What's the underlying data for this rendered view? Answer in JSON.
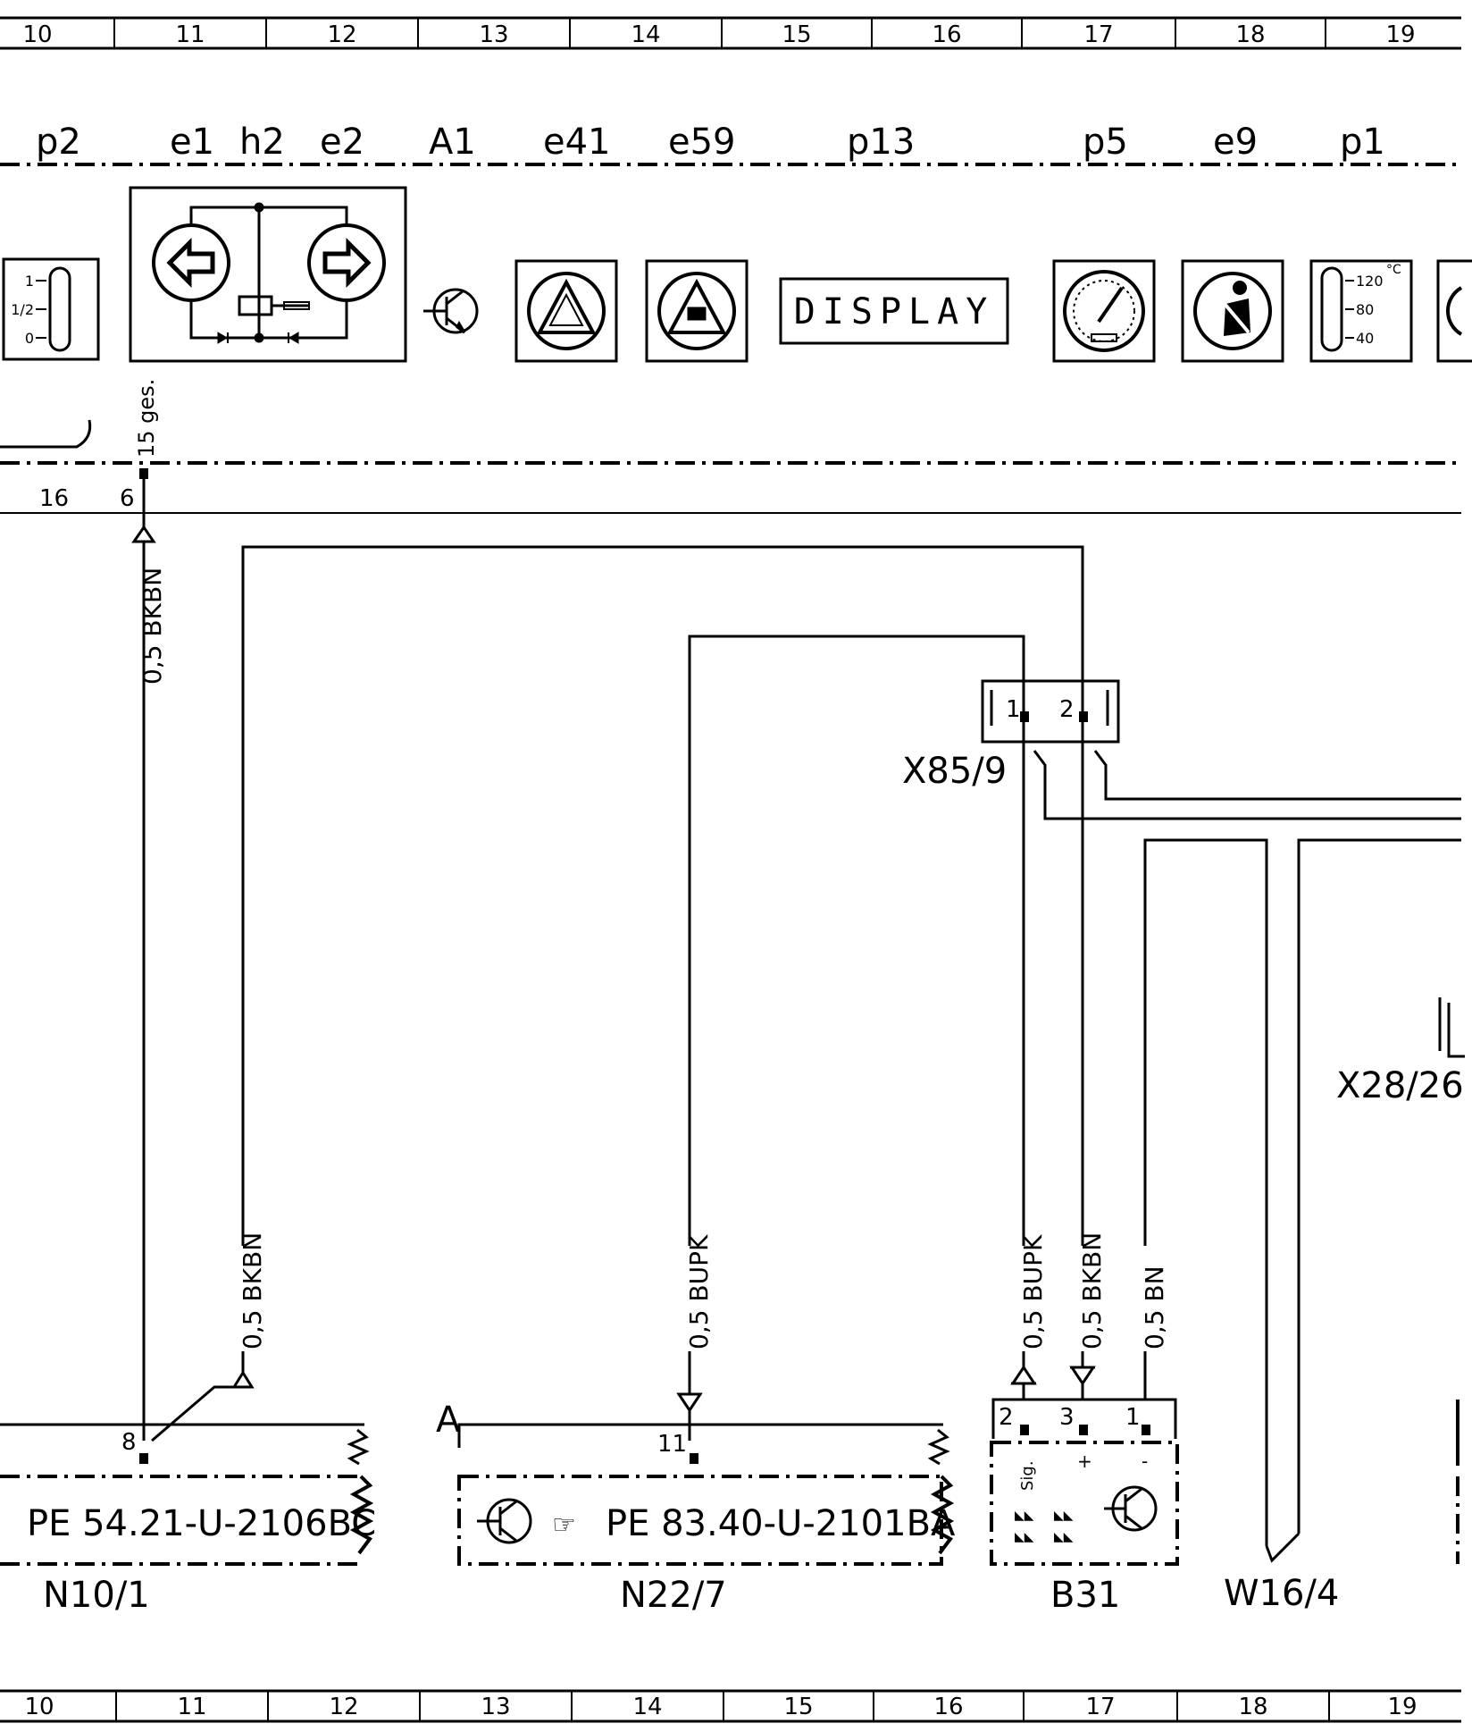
{
  "grid_columns": [
    "10",
    "11",
    "12",
    "13",
    "14",
    "15",
    "16",
    "17",
    "18",
    "19"
  ],
  "instrument_labels": [
    "p2",
    "e1",
    "h2",
    "e2",
    "A1",
    "e41",
    "e59",
    "p13",
    "p5",
    "e9",
    "p1"
  ],
  "fuel_gauge": {
    "ticks": [
      "1",
      "1/2",
      "0"
    ]
  },
  "display_text": "DISPLAY",
  "temp_gauge": {
    "unit": "°C",
    "ticks": [
      "120",
      "80",
      "40"
    ]
  },
  "terminal_15": {
    "label": "15 ges.",
    "pin_left": "16",
    "pin": "6"
  },
  "wires": {
    "w1": "0,5 BKBN",
    "w2": "0,5 BKBN",
    "w3": "0,5 BUPK",
    "w4": "0,5 BUPK",
    "w5": "0,5 BKBN",
    "w6": "0,5 BN"
  },
  "connector_x85": {
    "name": "X85/9",
    "pins": [
      "1",
      "2"
    ]
  },
  "connector_x28": {
    "name": "X28/26"
  },
  "module_n10": {
    "name": "N10/1",
    "pin": "8",
    "ref": "PE 54.21-U-2106BC"
  },
  "module_n22": {
    "name": "N22/7",
    "pin": "11",
    "ref": "PE 83.40-U-2101BA",
    "marker": "A"
  },
  "sensor_b31": {
    "name": "B31",
    "pins": [
      "2",
      "3",
      "1"
    ],
    "pin_labels": [
      "Sig.",
      "+",
      "-"
    ]
  },
  "splice": {
    "name": "W16/4"
  }
}
